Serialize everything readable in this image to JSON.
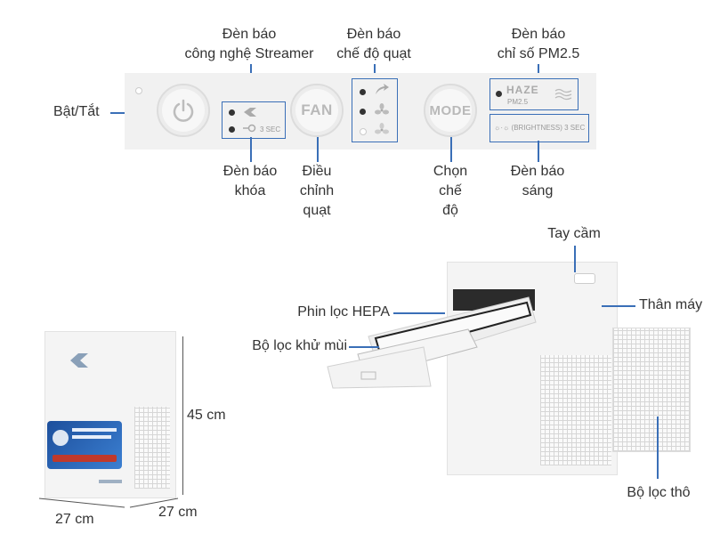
{
  "labels": {
    "streamer": [
      "Đèn báo",
      "công nghệ Streamer"
    ],
    "fan_mode": [
      "Đèn báo",
      "chế độ quạt"
    ],
    "pm25": [
      "Đèn báo",
      "chỉ số PM2.5"
    ],
    "power": "Bật/Tắt",
    "lock": [
      "Đèn báo",
      "khóa"
    ],
    "fan_adjust": [
      "Điều",
      "chỉnh",
      "quạt"
    ],
    "mode_select": [
      "Chọn",
      "chế",
      "độ"
    ],
    "brightness": [
      "Đèn báo",
      "sáng"
    ],
    "handle": "Tay cầm",
    "body": "Thân máy",
    "hepa": "Phin lọc HEPA",
    "deodorize": "Bộ lọc khử mùi",
    "pre_filter": "Bộ lọc thô"
  },
  "panel": {
    "fan_button": "FAN",
    "mode_button": "MODE",
    "lock_hint": "3 SEC",
    "haze": "HAZE",
    "haze_sub": "PM2.5",
    "brightness_hint": "☼·☼ (BRIGHTNESS) 3 SEC"
  },
  "dimensions": {
    "height": "45 cm",
    "width": "27 cm",
    "depth": "27 cm"
  },
  "colors": {
    "accent": "#3a6fb7"
  }
}
